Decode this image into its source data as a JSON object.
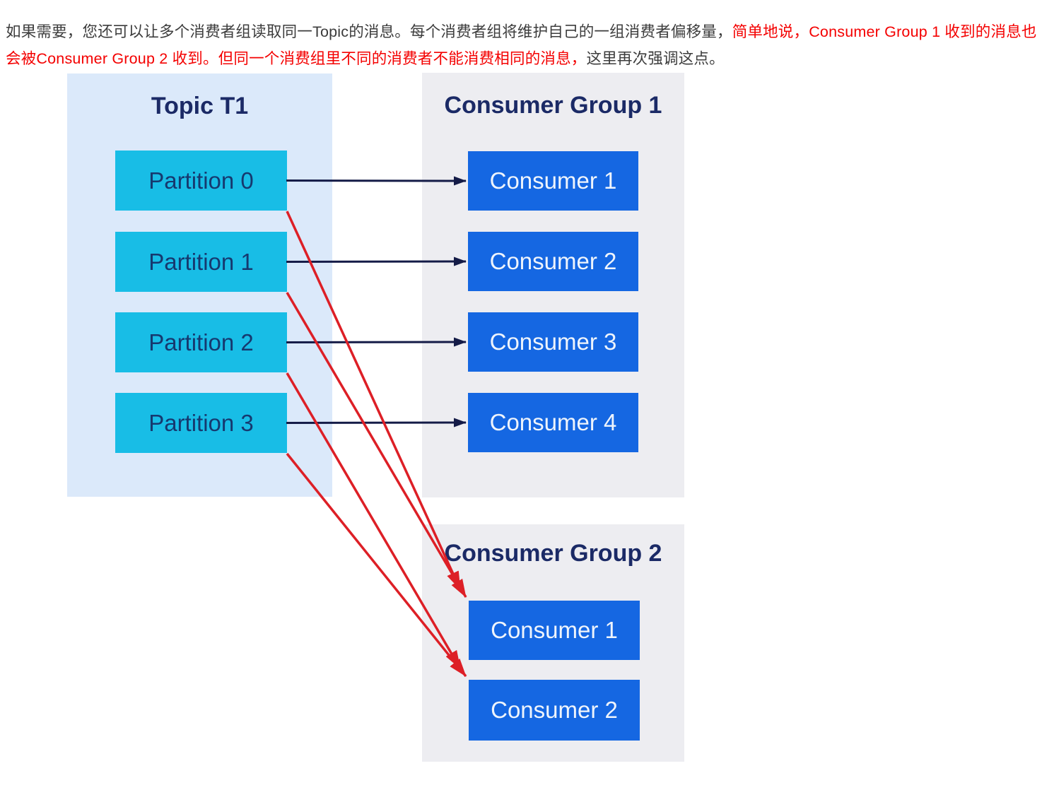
{
  "paragraph": {
    "segments": [
      {
        "text": "如果需要，您还可以让多个消费者组读取同一Topic的消息。每个消费者组将维护自己的一组消费者偏移量，",
        "color": "gray"
      },
      {
        "text": "简单地说，Consumer Group 1 收到的消息也会被Consumer Group 2 收到。但同一个消费组里不同的消费者不能消费相同的消息，",
        "color": "red"
      },
      {
        "text": "这里再次强调这点。",
        "color": "gray"
      }
    ]
  },
  "topic": {
    "title": "Topic T1",
    "partitions": [
      {
        "id": "p0",
        "label": "Partition 0"
      },
      {
        "id": "p1",
        "label": "Partition 1"
      },
      {
        "id": "p2",
        "label": "Partition 2"
      },
      {
        "id": "p3",
        "label": "Partition 3"
      }
    ]
  },
  "group1": {
    "title": "Consumer Group 1",
    "consumers": [
      {
        "id": "g1c1",
        "label": "Consumer 1"
      },
      {
        "id": "g1c2",
        "label": "Consumer 2"
      },
      {
        "id": "g1c3",
        "label": "Consumer 3"
      },
      {
        "id": "g1c4",
        "label": "Consumer 4"
      }
    ]
  },
  "group2": {
    "title": "Consumer Group 2",
    "consumers": [
      {
        "id": "g2c1",
        "label": "Consumer 1"
      },
      {
        "id": "g2c2",
        "label": "Consumer 2"
      }
    ]
  },
  "connections": {
    "dark": [
      {
        "from": "p0",
        "to": "g1c1"
      },
      {
        "from": "p1",
        "to": "g1c2"
      },
      {
        "from": "p2",
        "to": "g1c3"
      },
      {
        "from": "p3",
        "to": "g1c4"
      }
    ],
    "red": [
      {
        "from": "p0",
        "to": "g2c1",
        "tip": [
          -12,
          -16
        ]
      },
      {
        "from": "p1",
        "to": "g2c1",
        "tip": [
          -4,
          -5
        ]
      },
      {
        "from": "p2",
        "to": "g2c2",
        "tip": [
          -12,
          -16
        ]
      },
      {
        "from": "p3",
        "to": "g2c2",
        "tip": [
          -4,
          -5
        ]
      }
    ]
  },
  "colors": {
    "body_text": "#3c3c3c",
    "highlight_text": "#f40000",
    "topic_panel_bg": "#dbe9fa",
    "group_panel_bg": "#ededf1",
    "title_text": "#1b2a66",
    "partition_box": "#18bde6",
    "partition_text": "#16396f",
    "consumer_box": "#1567e2",
    "consumer_text": "#eef4fc",
    "dark_arrow": "#141b47",
    "red_arrow": "#dd1f26"
  }
}
